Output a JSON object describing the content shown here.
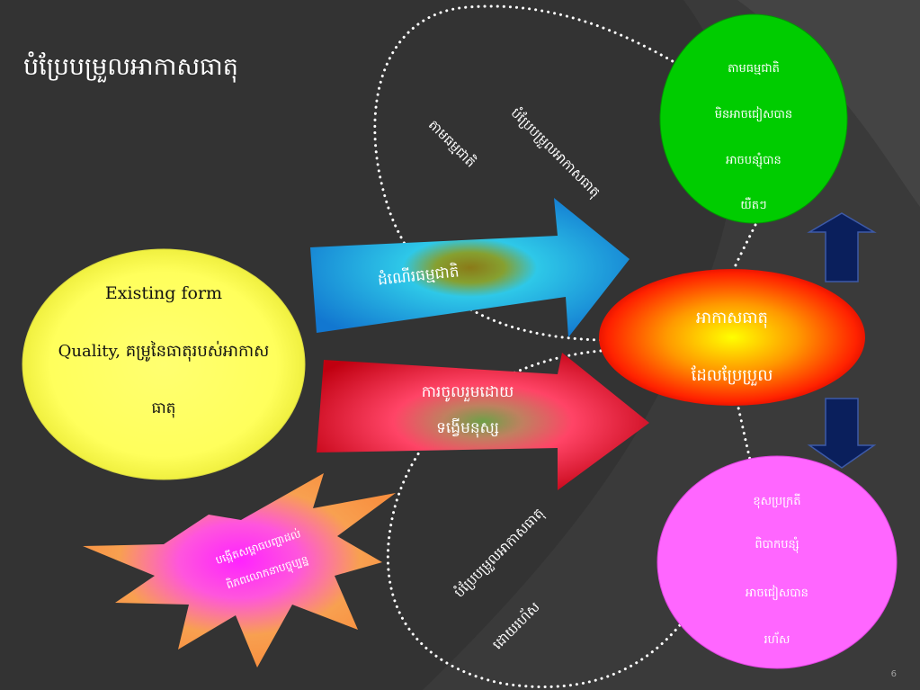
{
  "slide": {
    "title": "បំប្រែបម្រួលអាកាសធាតុ",
    "page_number": "6",
    "source_circle": {
      "line1": "Existing form",
      "line2": "Quality, គម្រូនៃធាតុរបស់អាកាស",
      "line3": "ធាតុ"
    },
    "arrow_natural": {
      "label": "ដំណើរធម្មជាតិ"
    },
    "arrow_human": {
      "line1": "ការចូលរួមដោយ",
      "line2": "ទង្វើមនុស្ស"
    },
    "center_ellipse": {
      "line1": "អាកាសធាតុ",
      "line2": "ដែលប្រែប្រួល"
    },
    "green_circle": {
      "items": [
        "តាមធម្មជាតិ",
        "មិនអាចជៀសបាន",
        "អាចបន្សុំបាន",
        "យឺតៗ"
      ]
    },
    "pink_circle": {
      "items": [
        "ខុសប្រក្រតី",
        "ពិបាកបន្សុំ",
        "អាចជៀសបាន",
        "រហ័ស"
      ]
    },
    "star": {
      "line1": "បង្កើតសម្ពាធបញ្ហាដល់",
      "line2": "ពិភពលោកនាបច្ចុប្បន្ន"
    },
    "diagonal_labels": {
      "natural_top": "តាមធម្មជាតិ",
      "change_top": "បំប្រែបម្រួលអាកាសធាតុ",
      "change_bottom": "បំប្រែបម្រួលអាកាសធាតុ",
      "quick_bottom": "ដោយរហ័ស"
    },
    "colors": {
      "background": "#333333",
      "green": "#00cc00",
      "pink": "#ff66ff",
      "yellow": "#ffff66",
      "navy_arrow": "#0a1f5c",
      "star_orange": "#f89a4a",
      "star_magenta": "#ff33ff"
    }
  }
}
